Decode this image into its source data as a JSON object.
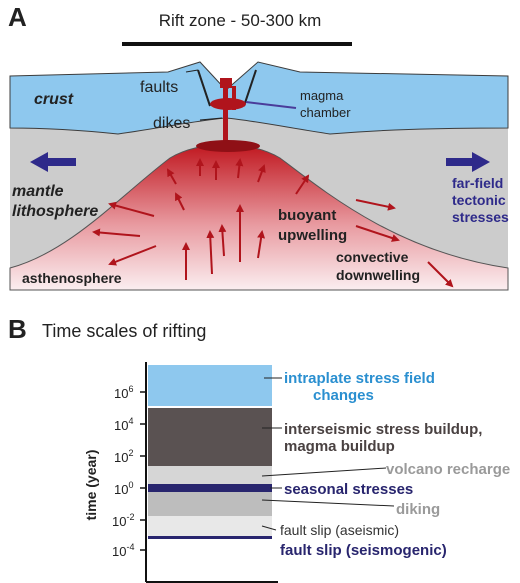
{
  "panel_a": {
    "letter": "A",
    "rift_zone_label": "Rift zone - 50-300 km",
    "labels": {
      "faults": "faults",
      "magma_chamber_1": "magma",
      "magma_chamber_2": "chamber",
      "crust": "crust",
      "dikes": "dikes",
      "mantle_1": "mantle",
      "mantle_2": "lithosphere",
      "farfield_1": "far-field",
      "farfield_2": "tectonic",
      "farfield_3": "stresses",
      "buoyant_1": "buoyant",
      "buoyant_2": "upwelling",
      "convective_1": "convective",
      "convective_2": "downwelling",
      "asthenosphere": "asthenosphere"
    },
    "colors": {
      "crust": "#8ec8ee",
      "lithosphere": "#cccccc",
      "asthenosphere_hot": "#c0171f",
      "magma": "#b0141c",
      "arrow_blue": "#2e2a8a",
      "outline": "#333333"
    }
  },
  "panel_b": {
    "letter": "B",
    "title": "Time scales of rifting",
    "ylabel": "time (year)",
    "ticks": [
      {
        "base": "10",
        "exp": "6"
      },
      {
        "base": "10",
        "exp": "4"
      },
      {
        "base": "10",
        "exp": "2"
      },
      {
        "base": "10",
        "exp": "0"
      },
      {
        "base": "10",
        "exp": "-2"
      },
      {
        "base": "10",
        "exp": "-4"
      }
    ],
    "bands": [
      {
        "label_1": "intraplate stress field",
        "label_2": "changes",
        "color": "#8ec8ee",
        "text_color": "#2a8fd0"
      },
      {
        "label_1": "interseismic stress buildup,",
        "label_2": "magma buildup",
        "color": "#5a5252",
        "text_color": "#4a4242"
      },
      {
        "label_1": "volcano recharge",
        "color": "#d6d6d6",
        "text_color": "#9a9a9a"
      },
      {
        "label_1": "seasonal stresses",
        "color": "#28256e",
        "text_color": "#28256e"
      },
      {
        "label_1": "diking",
        "color": "#bdbdbd",
        "text_color": "#9a9a9a"
      },
      {
        "label_1": "fault slip (aseismic)",
        "color": "#e8e8e8",
        "text_color": "#333333"
      },
      {
        "label_1": "fault slip (seismogenic)",
        "color": "#28256e",
        "text_color": "#28256e"
      }
    ]
  }
}
